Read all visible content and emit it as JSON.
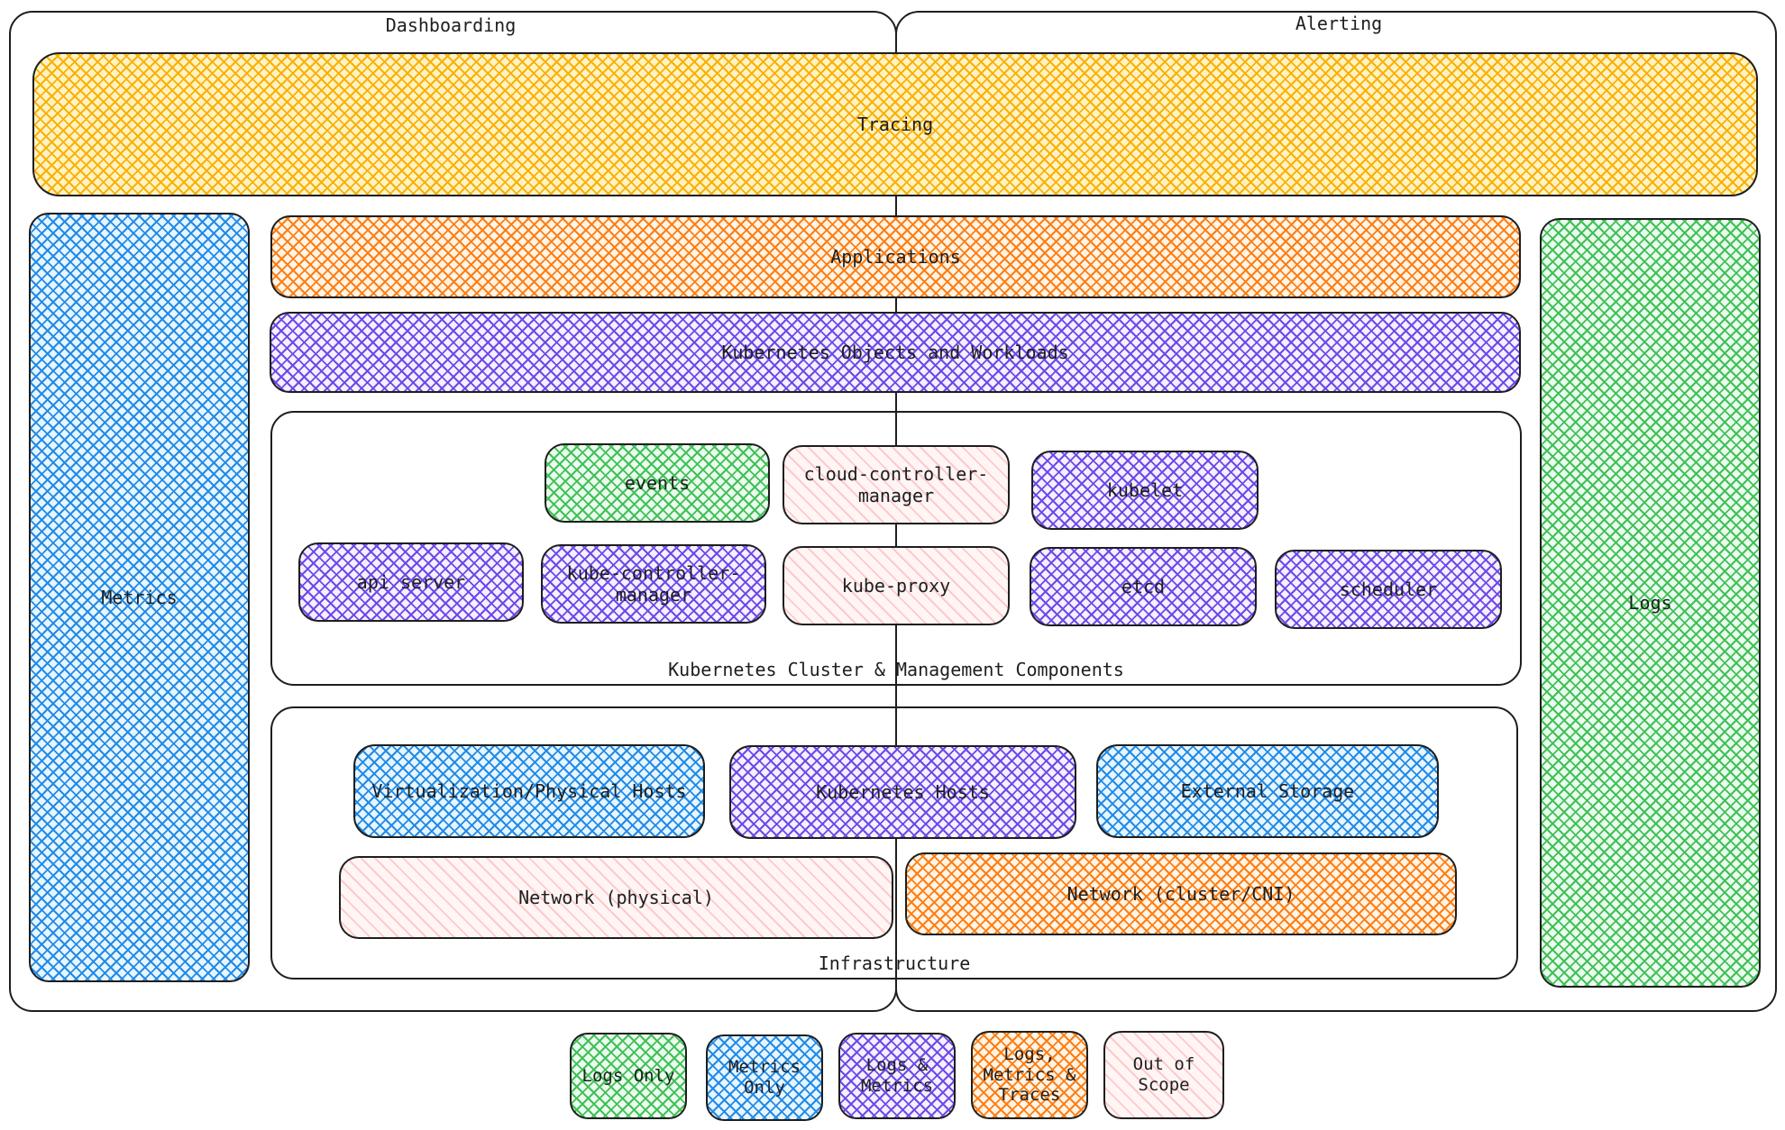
{
  "outer": {
    "dashboarding": "Dashboarding",
    "alerting": "Alerting"
  },
  "tracing": "Tracing",
  "metrics": "Metrics",
  "logs": "Logs",
  "applications": "Applications",
  "k8s_objects": "Kubernetes Objects and Workloads",
  "cluster": {
    "title": "Kubernetes Cluster & Management Components",
    "events": "events",
    "cloud_controller_manager": "cloud-controller-manager",
    "kubelet": "kubelet",
    "api_server": "api server",
    "kube_controller_manager": "kube-controller-manager",
    "kube_proxy": "kube-proxy",
    "etcd": "etcd",
    "scheduler": "scheduler"
  },
  "infrastructure": {
    "title": "Infrastructure",
    "virtualization": "Virtualization/Physical Hosts",
    "k8s_hosts": "Kubernetes Hosts",
    "external_storage": "External Storage",
    "network_physical": "Network (physical)",
    "network_cluster": "Network (cluster/CNI)"
  },
  "legend": {
    "logs_only": "Logs Only",
    "metrics_only": "Metrics Only",
    "logs_metrics": "Logs & Metrics",
    "logs_metrics_traces": "Logs, Metrics & Traces",
    "out_of_scope": "Out of Scope"
  },
  "colors": {
    "logs": "#40c057",
    "metrics": "#228be6",
    "logs_metrics": "#7048e8",
    "logs_metrics_traces": "#fd7e14",
    "tracing": "#fab005",
    "out_of_scope": "#ffc9c9",
    "stroke": "#1e1e1e"
  }
}
